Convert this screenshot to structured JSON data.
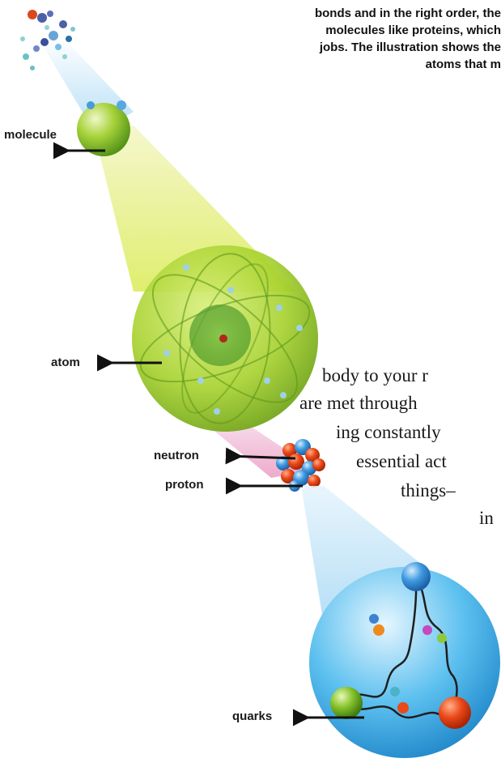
{
  "caption": {
    "lines": [
      "bonds and in the right order, the",
      "molecules like proteins, which",
      "jobs. The illustration shows the",
      "atoms that m"
    ]
  },
  "body_text": {
    "lines": [
      "body to your r",
      "are met through",
      "ing constantly",
      "essential act",
      "things–",
      "in"
    ]
  },
  "labels": {
    "molecule": "molecule",
    "atom": "atom",
    "neutron": "neutron",
    "proton": "proton",
    "quarks": "quarks"
  },
  "colors": {
    "beam_yellow": "#e6f07a",
    "beam_pink": "#f2b6d2",
    "beam_blue": "#b5dff7",
    "atom_green": "#9fd12a",
    "proton_red": "#e8421b",
    "neutron_blue": "#2f8fd6",
    "quark_sphere": "#49b3ea"
  }
}
